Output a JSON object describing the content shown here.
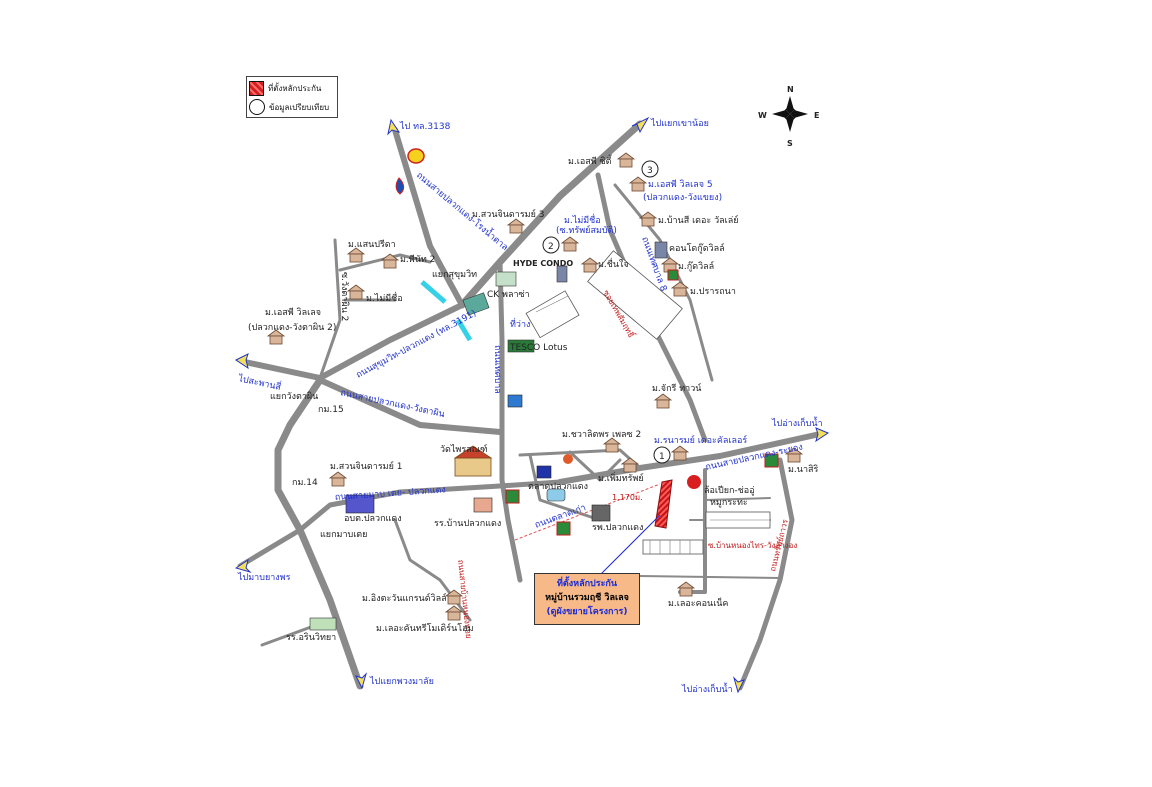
{
  "legend": {
    "collateral_label": "ที่ตั้งหลักประกัน",
    "comparison_label": "ข้อมูลเปรียบเทียบ"
  },
  "compass": {
    "n": "N",
    "s": "S",
    "e": "E",
    "w": "W"
  },
  "directions": {
    "to_route_3138": "ไป ทล.3138",
    "to_khao_noi": "ไปแยกเขาน้อย",
    "to_sapanhin": "ไปสะพานสี่",
    "to_reservoir_1": "ไปอ่างเก็บน้ำ",
    "to_reservoir_2": "ไปอ่างเก็บน้ำ",
    "to_map_yang_phon": "ไปมาบยางพร",
    "to_phuang_malai": "ไปแยกพวงมาลัย"
  },
  "roads": {
    "pluak_daeng_nong_khla": "ถนนสายปลวกแดง-โรงน้ำตาล",
    "sukhumvit_3191": "ถนนสุขุมวิท-ปลวกแดง (ทล.3191)",
    "pluak_daeng_wang_tan": "ถนนสายปลวกแดง-วังตาผิน",
    "map_khut": "ถนนสายมาบ เตย- ปลวกแดง",
    "pluak_daeng_rayong": "ถนนสายปลวกแดง-ระยอง",
    "market_road": "ถนนเทศบาล",
    "soi_ban_nong": "ซ.บ้านหนองไทร-วังอ้างอง",
    "lane_near_market": "ถนนตลาดเก่า",
    "soi_sap": "ซอยเทพสัมฤทธิ์",
    "hwy_pkd8": "ถนนเทศบาล 8",
    "soi_kho": "ถนนสายบ้านหนองหอย",
    "east_road": "ถนนทรัพย์ถาวร",
    "soi_wang": "ซ.วังตาผิน 2",
    "distance": "1,170ม."
  },
  "places": {
    "m_sp_city": "ม.เอสพี ซิตี้",
    "m_sp_villa5": "ม.เอสพี วิลเลจ 5",
    "m_sp_villa5_sub": "(ปลวกแดง-วังแขยง)",
    "m_suan_cha3": "ม.สวนจินดารมย์ 3",
    "m_no_name1": "ม.ไม่มีชื่อ",
    "m_no_name1_sub": "(ซ.ทรัพย์สมบัติ)",
    "m_banse": "ม.บ้านสี เดอะ วัลเล่ย์",
    "condo": "คอนโดกู๊ดวิลล์",
    "m_good": "ม.กู๊ดวิลล์",
    "m_prathana": "ม.ปรารถนา",
    "hyde": "HYDE CONDO",
    "m_chuen": "ม.ชื่นใจ",
    "m_sanpreeda": "ม.แสนปรีดา",
    "m_phanat2": "ม.พีนัท 2",
    "m_no_name2": "ม.ไม่มีชื่อ",
    "junction_sukhum": "แยกสุขุมวิท",
    "ck_plaza": "CK พลาซ่า",
    "m_sp_villa": "ม.เอสพี วิลเลจ",
    "m_sp_villa_sub": "(ปลวกแดง-วังตาผิน 2)",
    "junction_wang": "แยกวังตาผิน",
    "km15": "กม.15",
    "empty": "ที่ว่าง",
    "tesco": "TESCO Lotus",
    "m_chakri": "ม.จักรี ทาวน์",
    "m_chawalit": "ม.ชวาลิตพร เพลซ 2",
    "m_nararom": "ม.รนารมย์ เดอะคัลเลอร์",
    "m_nasiri": "ม.นาสิริ",
    "wat": "วัดไพรสณฑ์",
    "m_suan_cha1": "ม.สวนจินดารมย์ 1",
    "km14": "กม.14",
    "district": "อบต.ปลวกแดง",
    "market": "ตลาดปลวกแดง",
    "school_pkd": "รร.บ้านปลวกแดง",
    "m_phoemsup": "ม.เพิ่มทรัพย์",
    "hospital": "รพ.ปลวกแดง",
    "chia_yu": "ล้อเปียก-ช่ออู่",
    "chia_yu_2": "หมูกระทะ",
    "junction_map": "แยกมาบเตย",
    "m_ingdara": "ม.อิงตะวันแกรนด์วิลล์",
    "m_ladda": "ม.เลอะคันทรีโมเดิร์นโฮม",
    "school_arin": "รร.อรินวิทยา",
    "m_la_conn": "ม.เลอะคอนเน็ค"
  },
  "comparison_numbers": [
    "1",
    "2",
    "3"
  ],
  "callout": {
    "line1": "ที่ตั้งหลักประกัน",
    "line2": "หมู่บ้านรวมฤชี วิลเลจ",
    "line3": "(ดูผังขยายโครงการ)"
  },
  "colors": {
    "road": "#8a8a8a",
    "label_blue": "#2233cc",
    "subject_red": "#d41f1f",
    "callout_bg": "#f6b987",
    "water": "#35d1e6"
  }
}
